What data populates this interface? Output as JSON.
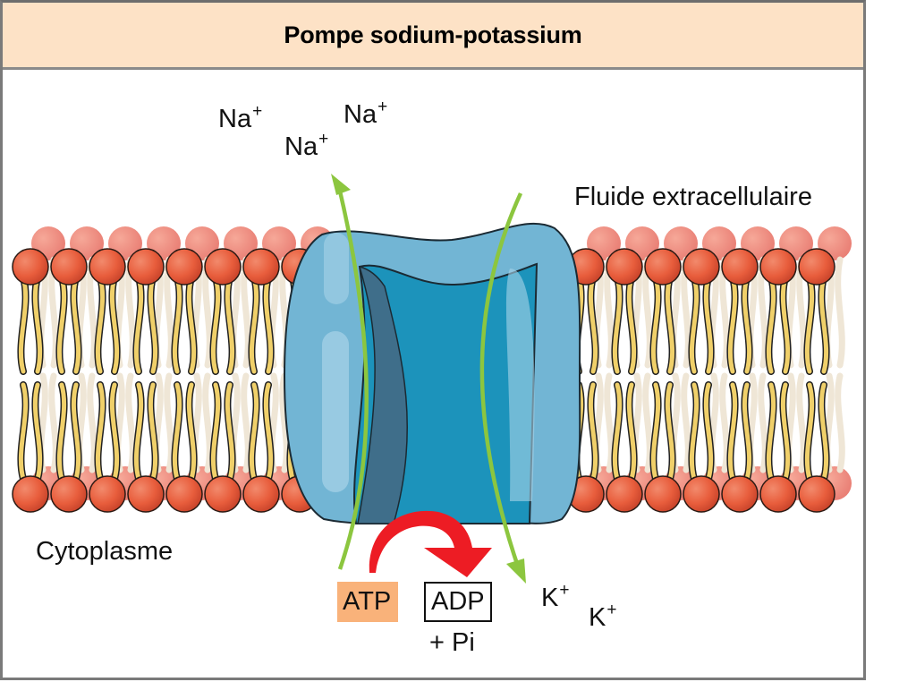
{
  "title": "Pompe sodium-potassium",
  "labels": {
    "extracellular": "Fluide extracellulaire",
    "cytoplasm": "Cytoplasme",
    "na_ions": [
      {
        "symbol": "Na",
        "charge": "+"
      },
      {
        "symbol": "Na",
        "charge": "+"
      },
      {
        "symbol": "Na",
        "charge": "+"
      }
    ],
    "k_ions": [
      {
        "symbol": "K",
        "charge": "+"
      },
      {
        "symbol": "K",
        "charge": "+"
      }
    ],
    "atp": "ATP",
    "adp": "ADP",
    "pi": "+ Pi"
  },
  "colors": {
    "title_background": "#fde2c6",
    "protein": "#72b5d4",
    "protein_channel": "#1c93bb",
    "arrow_transport": "#8cc63f",
    "arrow_reaction": "#ed1c24",
    "atp_highlight": "#f9b27a",
    "phospholipid_head": "#e85d3c",
    "phospholipid_tail": "#f0d06a"
  }
}
